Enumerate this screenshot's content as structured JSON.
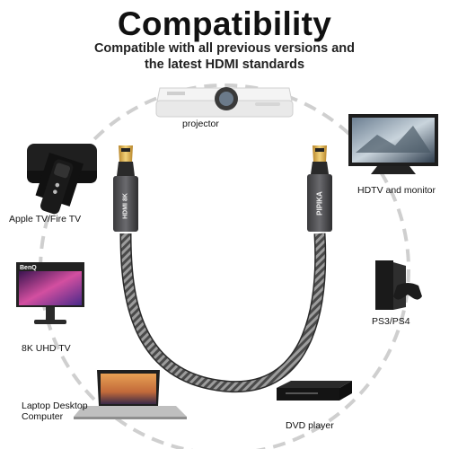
{
  "header": {
    "title": "Compatibility",
    "subtitle_line1": "Compatible with all previous versions and",
    "subtitle_line2": "the latest HDMI standards"
  },
  "devices": {
    "projector": "projector",
    "hdtv": "HDTV and monitor",
    "apple_tv": "Apple TV/Fire TV",
    "ps": "PS3/PS4",
    "uhd_tv": "8K UHD TV",
    "laptop_line1": "Laptop Desktop",
    "laptop_line2": "Computer",
    "dvd": "DVD player"
  },
  "product": {
    "brand": "PIPIKA",
    "connector_badge": "HDMI 8K"
  },
  "device_brand_marks": {
    "tv_brand": "BenQ"
  },
  "colors": {
    "circle": "#c8c8c8",
    "cable_dark": "#3a3a3a",
    "cable_light": "#9a9a9a",
    "gold": "#d8a93a"
  }
}
